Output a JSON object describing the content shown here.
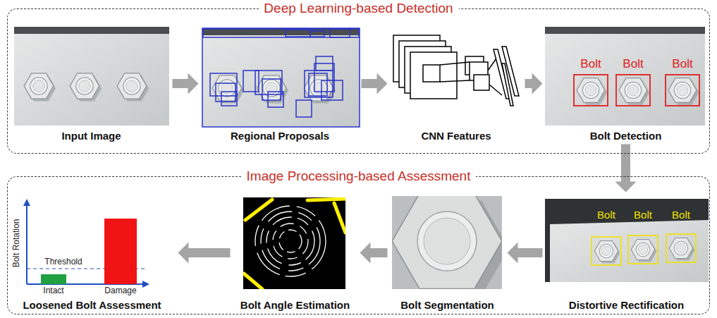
{
  "diagram": {
    "nodes": [
      {
        "text": [
          "Deep Learning-based Detection"
        ]
      },
      {
        "text": [
          "Input Image"
        ],
        "in": 0
      },
      {
        "text": [
          "Regional Proposals"
        ],
        "in": 0
      },
      {
        "text": [
          "CNN Features"
        ],
        "in": 0
      },
      {
        "text": [
          "Bolt Detection"
        ],
        "in": 0
      },
      {
        "text": [
          "Image Processing-based Assessment"
        ]
      },
      {
        "text": [
          "Loosened Bolt Assessment"
        ],
        "in": 5
      },
      {
        "text": [
          "Bolt Angle Estimation"
        ],
        "in": 5
      },
      {
        "text": [
          "Bolt Segmentation"
        ],
        "in": 5
      },
      {
        "text": [
          "Distortive Rectification"
        ],
        "in": 5
      }
    ],
    "edges": [
      {
        "from": 1,
        "to": 2,
        "arrow": "to"
      },
      {
        "from": 2,
        "to": 3,
        "arrow": "to"
      },
      {
        "from": 3,
        "to": 4,
        "arrow": "to"
      },
      {
        "from": 4,
        "to": 9,
        "arrow": "to"
      },
      {
        "from": 9,
        "to": 8,
        "arrow": "to"
      },
      {
        "from": 8,
        "to": 7,
        "arrow": "to"
      },
      {
        "from": 7,
        "to": 6,
        "arrow": "to"
      }
    ],
    "labels": [
      "Bolt",
      "Bolt",
      "Bolt",
      "Bolt",
      "Bolt",
      "Bolt",
      "Bolt Rotation",
      "Threshold",
      "Intact",
      "Damage"
    ]
  }
}
